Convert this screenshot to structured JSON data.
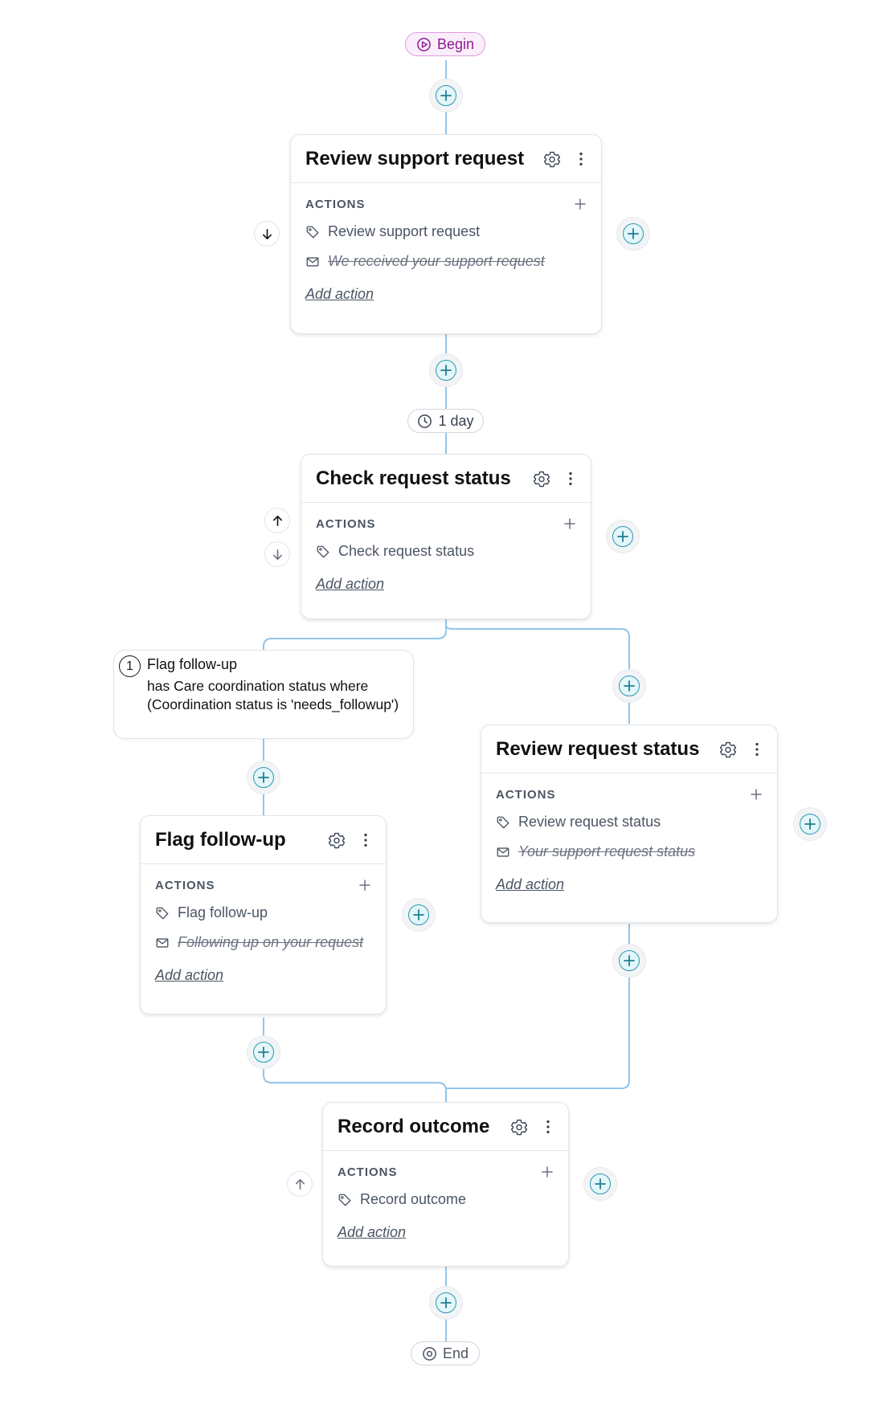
{
  "flow": {
    "begin_label": "Begin",
    "end_label": "End",
    "wait_label": "1 day",
    "actions_header": "ACTIONS",
    "add_action_label": "Add action"
  },
  "steps": [
    {
      "title": "Review support request",
      "actions": [
        {
          "type": "tag",
          "label": "Review support request",
          "disabled": false
        },
        {
          "type": "email",
          "label": "We received your support request",
          "disabled": true
        }
      ]
    },
    {
      "title": "Check request status",
      "actions": [
        {
          "type": "tag",
          "label": "Check request status",
          "disabled": false
        }
      ]
    },
    {
      "title": "Flag follow-up",
      "actions": [
        {
          "type": "tag",
          "label": "Flag follow-up",
          "disabled": false
        },
        {
          "type": "email",
          "label": "Following up on your request",
          "disabled": true
        }
      ]
    },
    {
      "title": "Review request status",
      "actions": [
        {
          "type": "tag",
          "label": "Review request status",
          "disabled": false
        },
        {
          "type": "email",
          "label": "Your support request status",
          "disabled": true
        }
      ]
    },
    {
      "title": "Record outcome",
      "actions": [
        {
          "type": "tag",
          "label": "Record outcome",
          "disabled": false
        }
      ]
    }
  ],
  "condition": {
    "number": "1",
    "title": "Flag follow-up",
    "description": "has Care coordination status where (Coordination status is 'needs_followup')"
  },
  "colors": {
    "connector": "#90c6ef",
    "add_accent": "#2b9ab0",
    "begin_accent": "#8a1c92"
  },
  "icons": {
    "add": "plus-icon",
    "settings": "gear-icon",
    "more": "more-vertical-icon",
    "tag_action": "tag-icon",
    "email_action": "mail-icon",
    "move_up": "arrow-up-icon",
    "move_down": "arrow-down-icon",
    "wait": "clock-icon",
    "begin": "play-circle-icon",
    "end": "stop-circle-icon"
  }
}
